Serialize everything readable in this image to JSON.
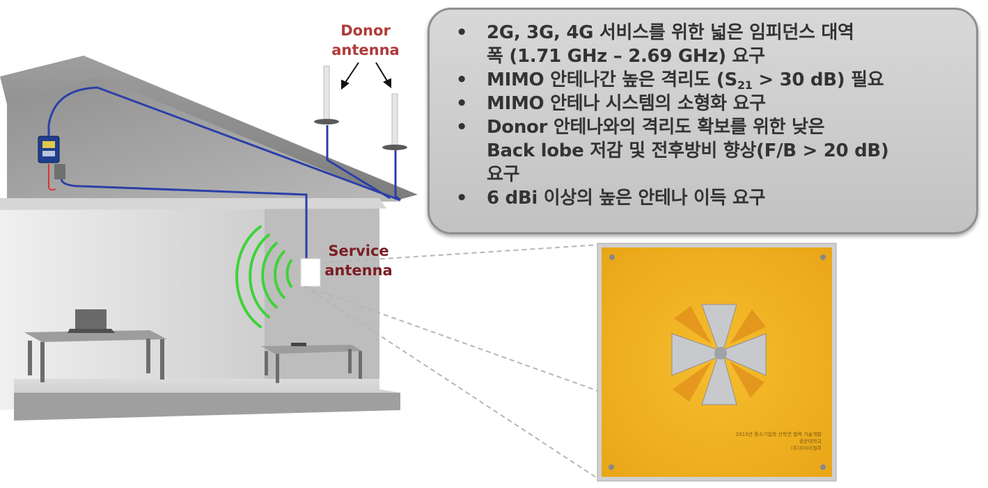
{
  "labels": {
    "donor_antenna": [
      "Donor",
      "antenna"
    ],
    "service_antenna": [
      "Service",
      "antenna"
    ]
  },
  "requirements": [
    {
      "lines": [
        "2G, 3G, 4G 서비스를 위한 넓은 임피던스 대역",
        "폭  (1.71 GHz – 2.69 GHz) 요구"
      ]
    },
    {
      "lines": [
        "MIMO 안테나간 높은 격리도 (S",
        "21",
        " > 30 dB) 필요"
      ]
    },
    {
      "lines": [
        "MIMO 안테나 시스템의 소형화 요구"
      ]
    },
    {
      "lines": [
        "Donor 안테나와의 격리도 확보를 위한 낮은",
        "Back lobe 저감 및 전후방비 향상(F/B > 20 dB)",
        "요구"
      ]
    },
    {
      "lines": [
        "6 dBi 이상의 높은 안테나 이득 요구"
      ]
    }
  ],
  "bullet": "•",
  "board_inscription": [
    "2013년 중소기업청 산학연 협력 기술개발",
    "광운대학교",
    "(주)지아이월주"
  ],
  "colors": {
    "cable": "#2b3fa8",
    "signal_waves": "#3fd23a",
    "board": "#f2b11e",
    "board_frame": "#cfcfcf",
    "patch": "#c7c9cc",
    "label_donor": "#b03a3a",
    "label_service": "#7a1e24",
    "box_fill": "#cdcdcd"
  }
}
